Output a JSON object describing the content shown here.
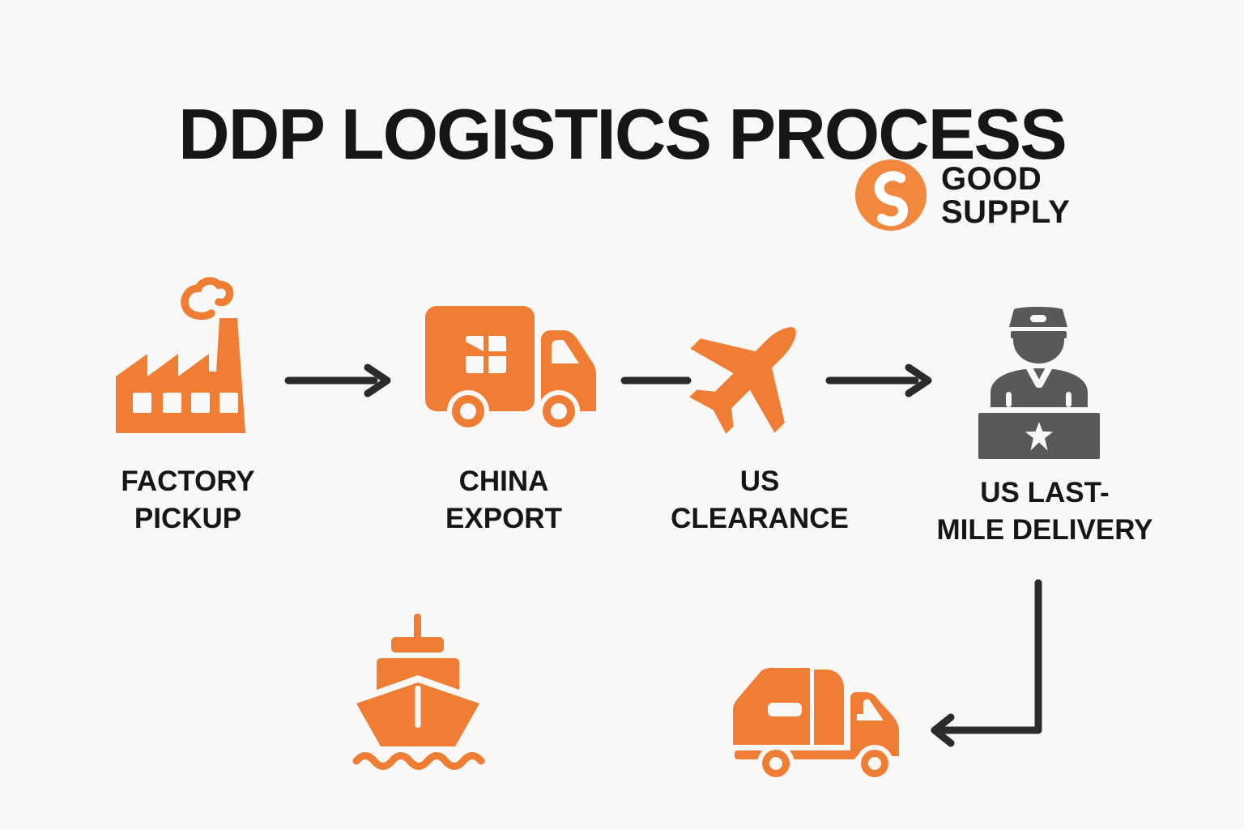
{
  "title": "DDP LOGISTICS PROCESS",
  "logo": {
    "brand_line1": "GOOD",
    "brand_line2": "SUPPLY",
    "monogram": "S"
  },
  "steps": [
    {
      "label_line1": "FACTORY",
      "label_line2": "PICKUP",
      "icon": "factory-icon"
    },
    {
      "label_line1": "CHINA",
      "label_line2": "EXPORT",
      "icon": "cargo-truck-icon"
    },
    {
      "label_line1": "US",
      "label_line2": "CLEARANCE",
      "icon": "airplane-icon"
    },
    {
      "label_line1": "US LAST-",
      "label_line2": "MILE DELIVERY",
      "icon": "customs-officer-icon"
    }
  ],
  "bottom_icons": [
    {
      "icon": "cargo-ship-icon"
    },
    {
      "icon": "delivery-truck-icon"
    }
  ],
  "connectors": [
    {
      "icon": "arrow-right-icon",
      "from": "FACTORY PICKUP",
      "to": "CHINA EXPORT"
    },
    {
      "icon": "flow-line",
      "from": "CHINA EXPORT",
      "to": "US CLEARANCE"
    },
    {
      "icon": "arrow-right-icon",
      "from": "US CLEARANCE",
      "to": "US LAST-MILE DELIVERY"
    },
    {
      "icon": "arrow-down-left-icon",
      "from": "US LAST-MILE DELIVERY",
      "to": "delivery-truck"
    }
  ],
  "colors": {
    "background": "#F9F8F6",
    "icon_orange": "#EF7D33",
    "logo_orange": "#F2873E",
    "officer_gray": "#595959",
    "arrow_dark": "#2B2B2D",
    "label_dark": "#161616"
  }
}
